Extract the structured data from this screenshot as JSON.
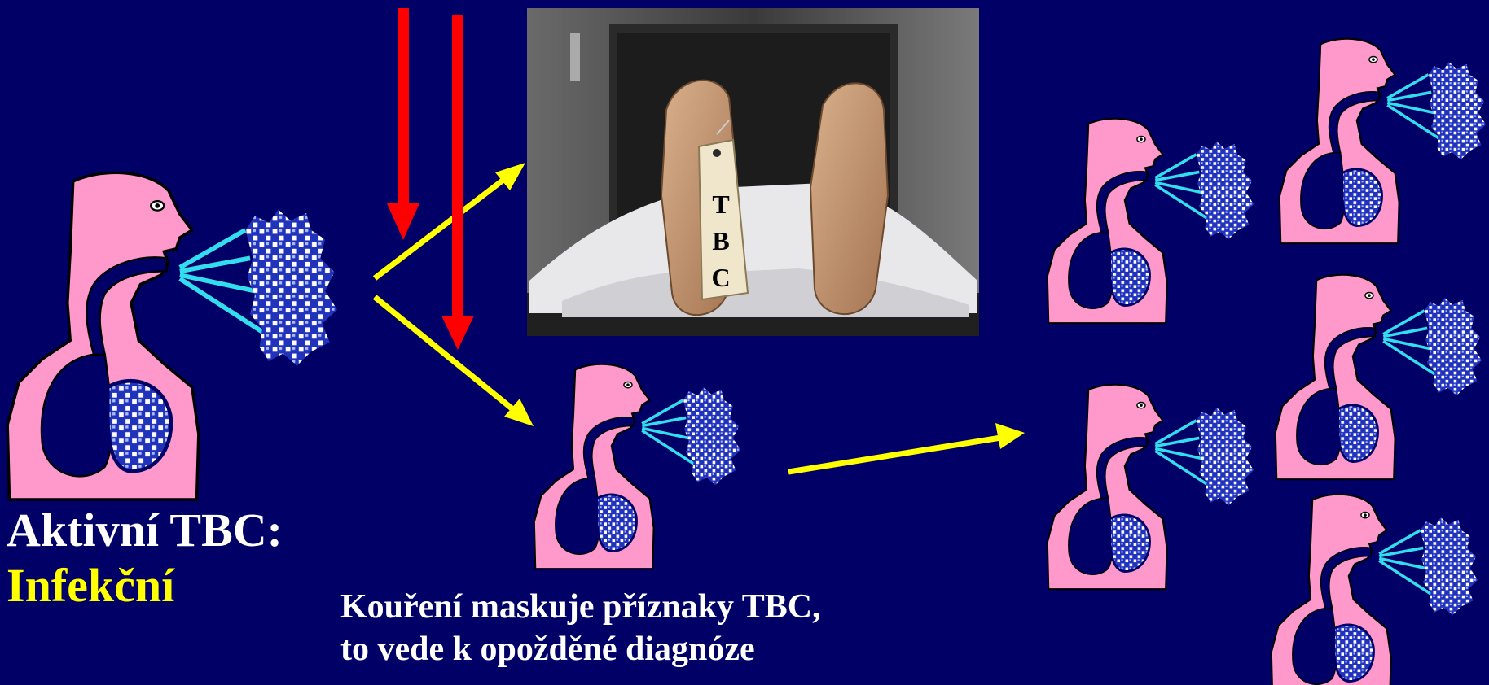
{
  "labels": {
    "active_tbc": "Aktivní TBC:",
    "infectious": "Infekční",
    "tag_letters": [
      "T",
      "B",
      "C"
    ]
  },
  "caption": {
    "line1": "Kouření maskuje příznaky TBC,",
    "line2": "to vede k opožděné diagnóze"
  },
  "colors": {
    "background": "#000066",
    "figure_fill": "#ff99cc",
    "airway": "#000066",
    "breath_rays": "#33ddee",
    "bacteria_cloud": "#3344cc",
    "arrow_yellow": "#ffff00",
    "arrow_red": "#ff0000",
    "text_white": "#ffffff",
    "text_yellow": "#ffff00"
  },
  "icons": {
    "figure": "coughing-person-icon",
    "cloud": "bacteria-cloud-icon",
    "photo": "morgue-feet-toe-tag-photo"
  }
}
